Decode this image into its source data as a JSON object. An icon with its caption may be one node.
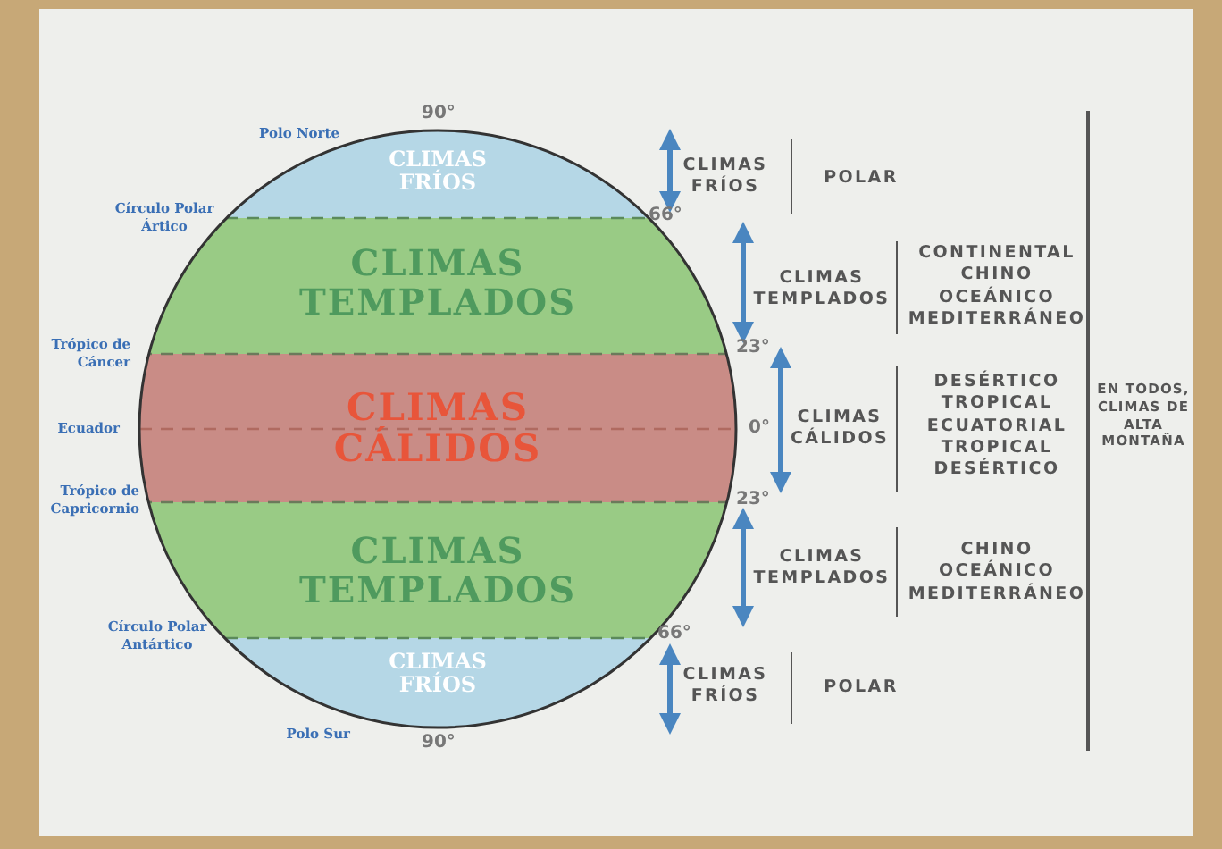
{
  "diagram": {
    "nodes": [
      {
        "text": [
          "CLIMAS FRÍOS"
        ]
      },
      {
        "text": [
          "CLIMAS TEMPLADOS"
        ]
      },
      {
        "text": [
          "CLIMAS CÁLIDOS"
        ]
      },
      {
        "text": [
          "CLIMAS TEMPLADOS"
        ]
      },
      {
        "text": [
          "CLIMAS FRÍOS"
        ]
      }
    ],
    "labels": [
      "Polo Norte",
      "90°",
      "Círculo Polar Ártico",
      "66°",
      "CLIMAS FRÍOS",
      "POLAR",
      "CLIMAS TEMPLADOS",
      "CONTINENTAL CHINO OCEÁNICO MEDITERRÁNEO",
      "Trópico de Cáncer",
      "23°",
      "Ecuador",
      "0°",
      "CLIMAS CÁLIDOS",
      "DESÉRTICO TROPICAL ECUATORIAL TROPICAL DESÉRTICO",
      "EN TODOS, CLIMAS DE ALTA MONTAÑA",
      "Trópico de Capricornio",
      "23°",
      "CLIMAS TEMPLADOS",
      "CHINO OCEÁNICO MEDITERRÁNEO",
      "Círculo Polar Antártico",
      "66°",
      "CLIMAS FRÍOS",
      "POLAR",
      "Polo Sur",
      "90°"
    ]
  }
}
